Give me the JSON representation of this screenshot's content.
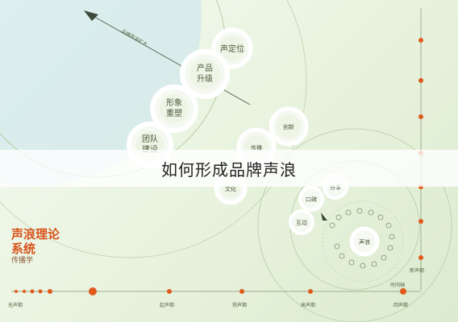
{
  "banner": {
    "title": "如何形成品牌声浪"
  },
  "brand": {
    "line1": "声浪理论",
    "line2": "系统",
    "sub": "传播学"
  },
  "nodes": {
    "sheng_dingwei": "声定位",
    "chanpin_shengji_1": "产品",
    "chanpin_shengji_2": "升级",
    "xingxiang_chongsu_1": "形象",
    "xingxiang_chongsu_2": "重塑",
    "tuandui_1": "团队",
    "tuandui_2": "建设",
    "chuangxin": "创新",
    "chuanbo": "传播",
    "wenhua": "文化",
    "small_a": "分享",
    "small_b": "口碑",
    "small_c": "互动",
    "small_d": "声浪"
  },
  "axis": {
    "x_labels": [
      "无声期",
      "起声期",
      "扬声期",
      "高声期",
      "回声期"
    ],
    "corner_label": "新声期",
    "y_label": "时间轴"
  },
  "arrow_label": "品牌声浪扩大"
}
